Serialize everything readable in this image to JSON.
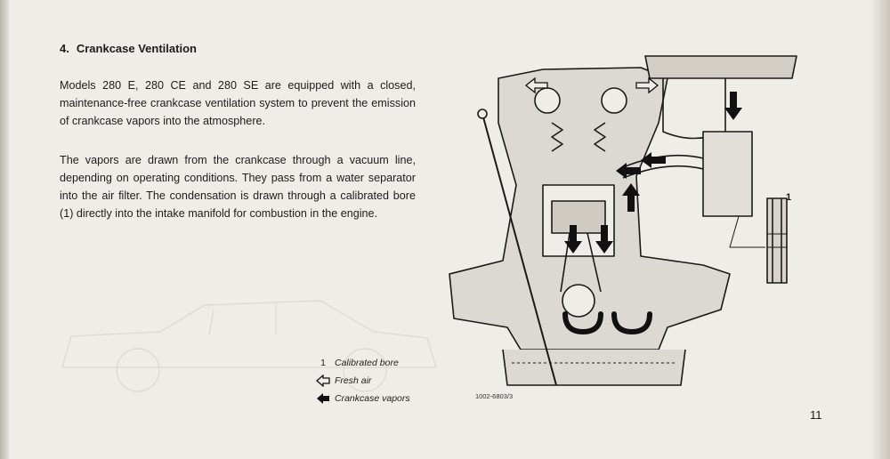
{
  "section": {
    "number": "4.",
    "title": "Crankcase Ventilation"
  },
  "paragraphs": [
    "Models 280 E, 280 CE and 280 SE are equipped with a closed, maintenance-free crankcase ventilation system to prevent the emission of crankcase vapors into the atmosphere.",
    "The vapors are drawn from the crankcase through a vacuum line, depending on operating conditions. They pass from a water separator into the air filter. The condensation is drawn through a calibrated bore (1) directly into the intake manifold for combustion in the engine."
  ],
  "diagram": {
    "callout": "1",
    "drawing_code": "1002-6803/3"
  },
  "legend": [
    {
      "mark": "1",
      "label": "Calibrated bore",
      "icon": "number"
    },
    {
      "mark": "",
      "label": "Fresh air",
      "icon": "outline-arrow-left-icon"
    },
    {
      "mark": "",
      "label": "Crankcase vapors",
      "icon": "filled-arrow-left-icon"
    }
  ],
  "page_number": "11",
  "colors": {
    "paper": "#efede7",
    "ink": "#1d1d1d",
    "bleed_through": "#e4e1da"
  }
}
